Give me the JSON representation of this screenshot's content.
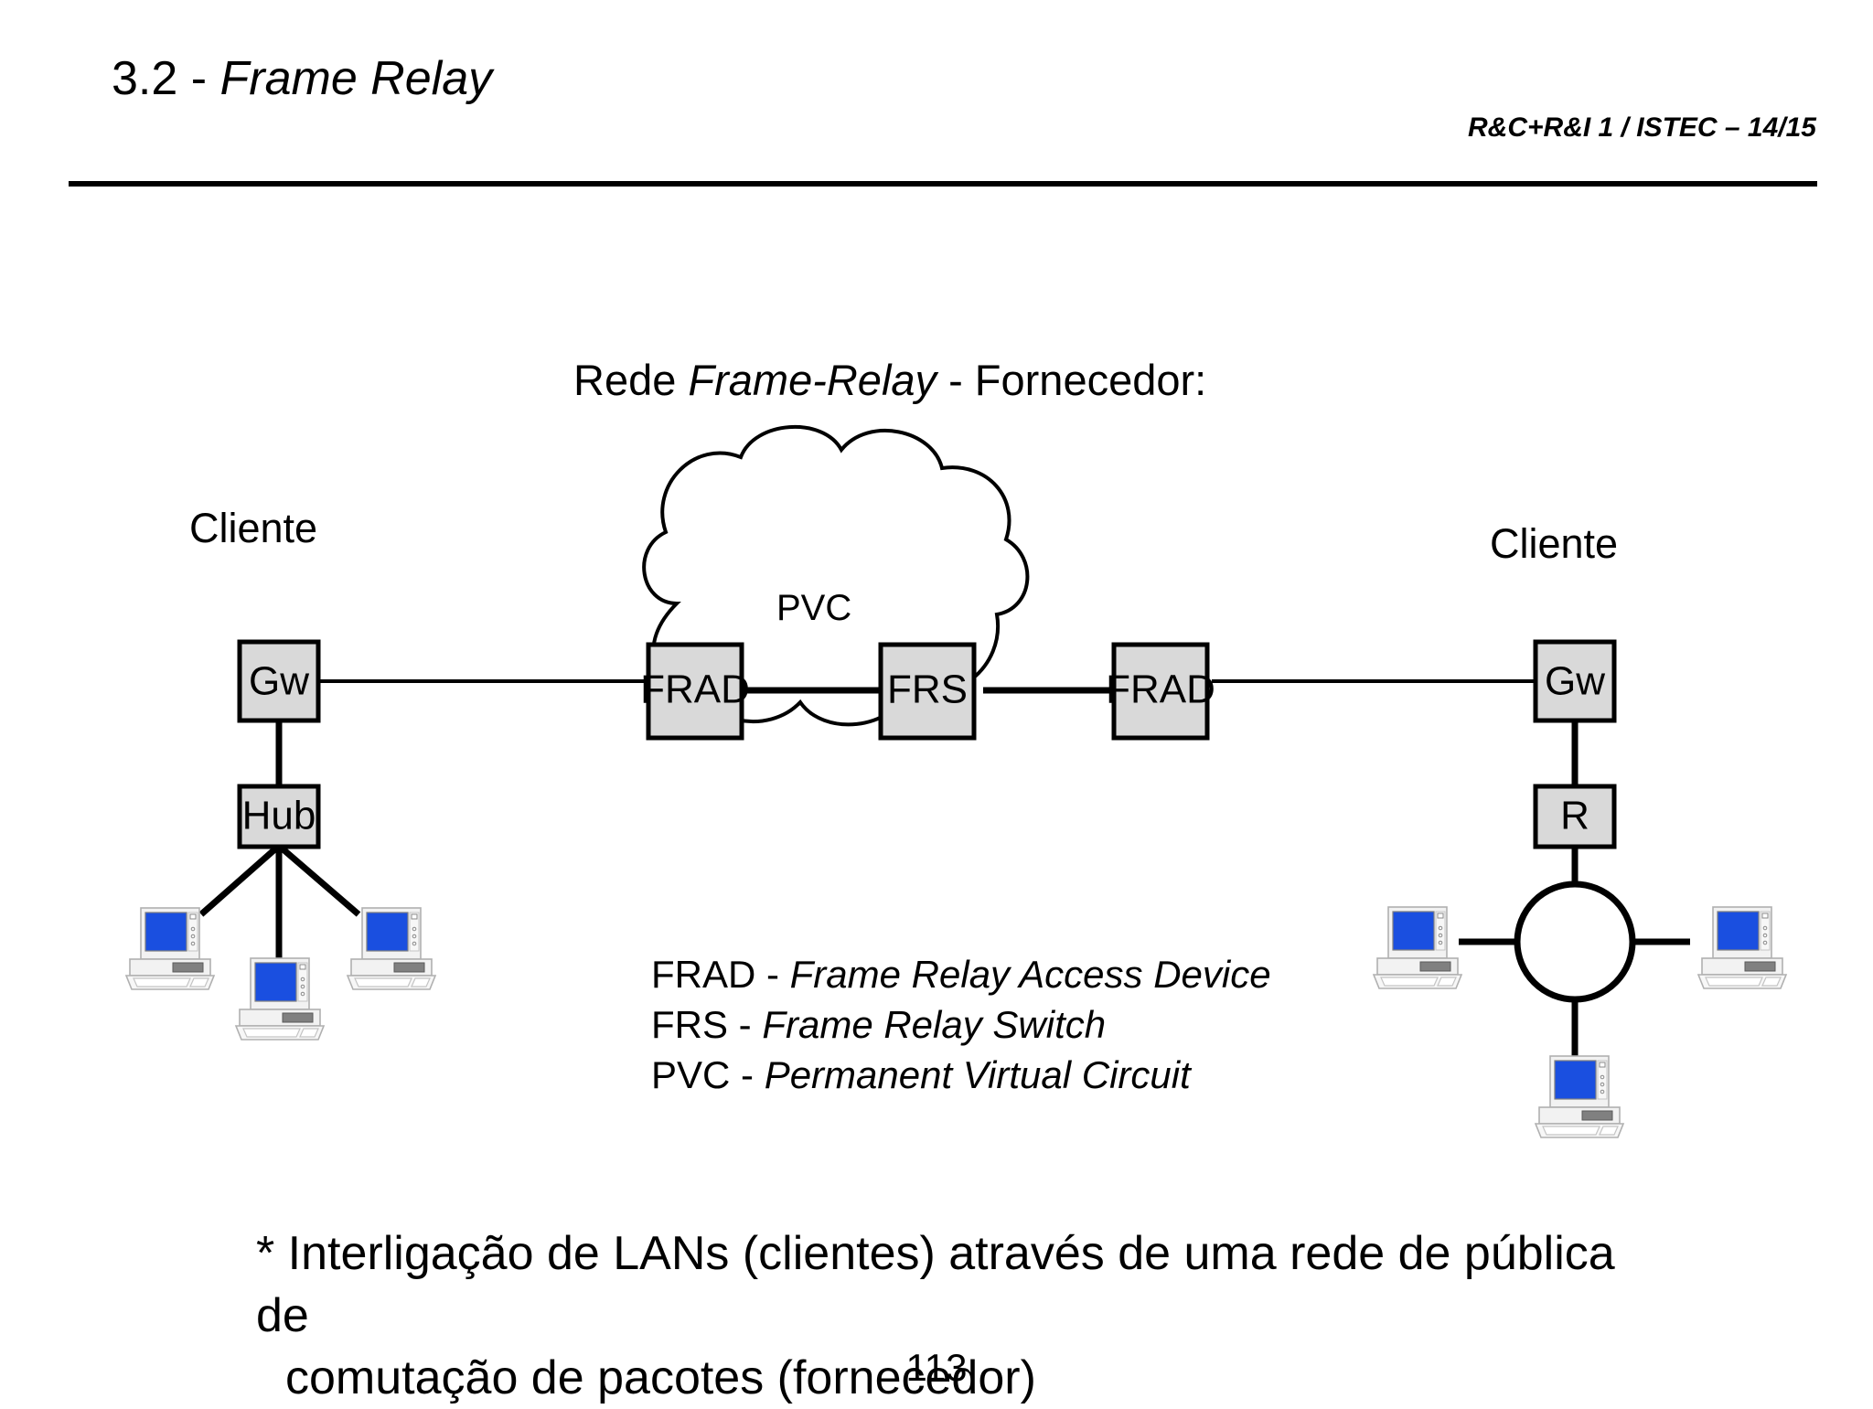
{
  "header": {
    "title_prefix": "3.2 - ",
    "title_italic": "Frame Relay",
    "reference": "R&C+R&I 1 / ISTEC – 14/15"
  },
  "diagram": {
    "network_title_prefix": "Rede ",
    "network_title_italic": "Frame-Relay",
    "network_title_suffix": " - Fornecedor:",
    "client_left_label": "Cliente",
    "client_right_label": "Cliente",
    "pvc_label": "PVC",
    "nodes": {
      "gw_left": "Gw",
      "hub_left": "Hub",
      "frad_left": "FRAD",
      "frs": "FRS",
      "frad_right": "FRAD",
      "gw_right": "Gw",
      "router_right": "R"
    },
    "colors": {
      "box_fill": "#d9d9d9",
      "box_stroke": "#000000",
      "screen_blue": "#1a4fe0",
      "case_light": "#f2f2f2",
      "case_outline": "#b0b0b0",
      "drive_gray": "#808080"
    }
  },
  "legend": {
    "lines": [
      {
        "abbr": "FRAD - ",
        "expansion": "Frame Relay Access Device"
      },
      {
        "abbr": "FRS - ",
        "expansion": "Frame Relay Switch"
      },
      {
        "abbr": "PVC - ",
        "expansion": "Permanent Virtual Circuit"
      }
    ]
  },
  "footnote": {
    "line1": "* Interligação de LANs (clientes) através de uma rede de pública de",
    "line2": "comutação de pacotes (fornecedor)"
  },
  "page_number": "113"
}
